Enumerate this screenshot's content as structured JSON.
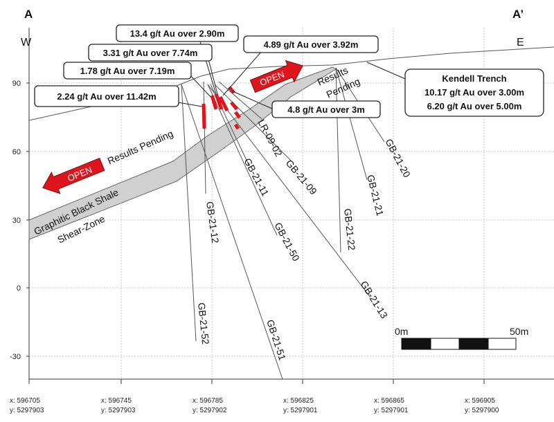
{
  "section": {
    "left_label": "A",
    "right_label": "A’",
    "left_dir": "W",
    "right_dir": "E"
  },
  "y_axis": {
    "ticks": [
      "90",
      "60",
      "30",
      "0",
      "-30"
    ]
  },
  "x_axis": {
    "ticks": [
      {
        "x": "x: 596705",
        "y": "y: 5297903"
      },
      {
        "x": "x: 596745",
        "y": "y: 5297903"
      },
      {
        "x": "x: 596785",
        "y": "y: 5297902"
      },
      {
        "x": "x: 596825",
        "y": "y: 5297901"
      },
      {
        "x": "x: 596865",
        "y": "y: 5297901"
      },
      {
        "x": "x: 596905",
        "y": "y: 5297900"
      }
    ]
  },
  "callouts": {
    "c1": "13.4 g/t Au over 2.90m",
    "c2": "3.31 g/t Au over 7.74m",
    "c3": "4.89 g/t Au over 3.92m",
    "c4": "1.78 g/t Au over 7.19m",
    "c5": "2.24 g/t Au over 11.42m",
    "c6": "4.8 g/t Au over 3m"
  },
  "kendell": {
    "title": "Kendell Trench",
    "line1": "10.17 g/t Au over 3.00m",
    "line2": "6.20 g/t Au over 5.00m"
  },
  "holes": {
    "lr0902": "LR-09-02",
    "gb2111": "GB-21-11",
    "gb2109": "GB-21-09",
    "gb2112": "GB-21-12",
    "gb2150": "GB-21-50",
    "gb2122": "GB-21-22",
    "gb2121": "GB-21-21",
    "gb2120": "GB-21-20",
    "gb2113": "GB-21-13",
    "gb2152": "GB-21-52",
    "gb2151": "GB-21-51"
  },
  "annotations": {
    "open": "OPEN",
    "results_pending": "Results Pending",
    "results": "Results",
    "pending": "Pending",
    "shale": "Graphitic Black Shale",
    "shear": "Shear-Zone"
  },
  "scale": {
    "start": "0m",
    "end": "50m"
  },
  "colors": {
    "red": "#e0141c",
    "grid": "#bfbfbf",
    "zone": "#cfcfcf"
  }
}
